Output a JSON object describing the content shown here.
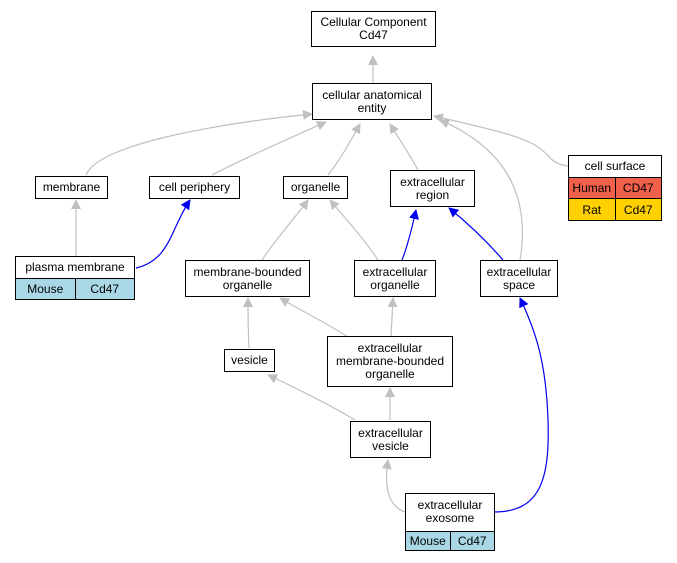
{
  "colors": {
    "edge_gray": "#c0c0c0",
    "edge_blue": "#0000ee",
    "human": "#f0604a",
    "rat": "#ffd100",
    "mouse": "#a9d7e6"
  },
  "nodes": {
    "root": "Cellular Component\nCd47",
    "cae": "cellular anatomical\nentity",
    "membrane": "membrane",
    "periphery": "cell periphery",
    "organelle": "organelle",
    "ext_region": "extracellular\nregion",
    "mb_organelle": "membrane-bounded\norganelle",
    "ext_organelle": "extracellular\norganelle",
    "ext_space": "extracellular\nspace",
    "vesicle": "vesicle",
    "ext_mb_organelle": "extracellular\nmembrane-bounded\norganelle",
    "ext_vesicle": "extracellular\nvesicle"
  },
  "annotated": {
    "cell_surface": {
      "title": "cell surface",
      "rows": [
        {
          "species": "Human",
          "gene": "CD47"
        },
        {
          "species": "Rat",
          "gene": "Cd47"
        }
      ]
    },
    "plasma_membrane": {
      "title": "plasma membrane",
      "rows": [
        {
          "species": "Mouse",
          "gene": "Cd47"
        }
      ]
    },
    "exosome": {
      "title": "extracellular\nexosome",
      "rows": [
        {
          "species": "Mouse",
          "gene": "Cd47"
        }
      ]
    }
  }
}
